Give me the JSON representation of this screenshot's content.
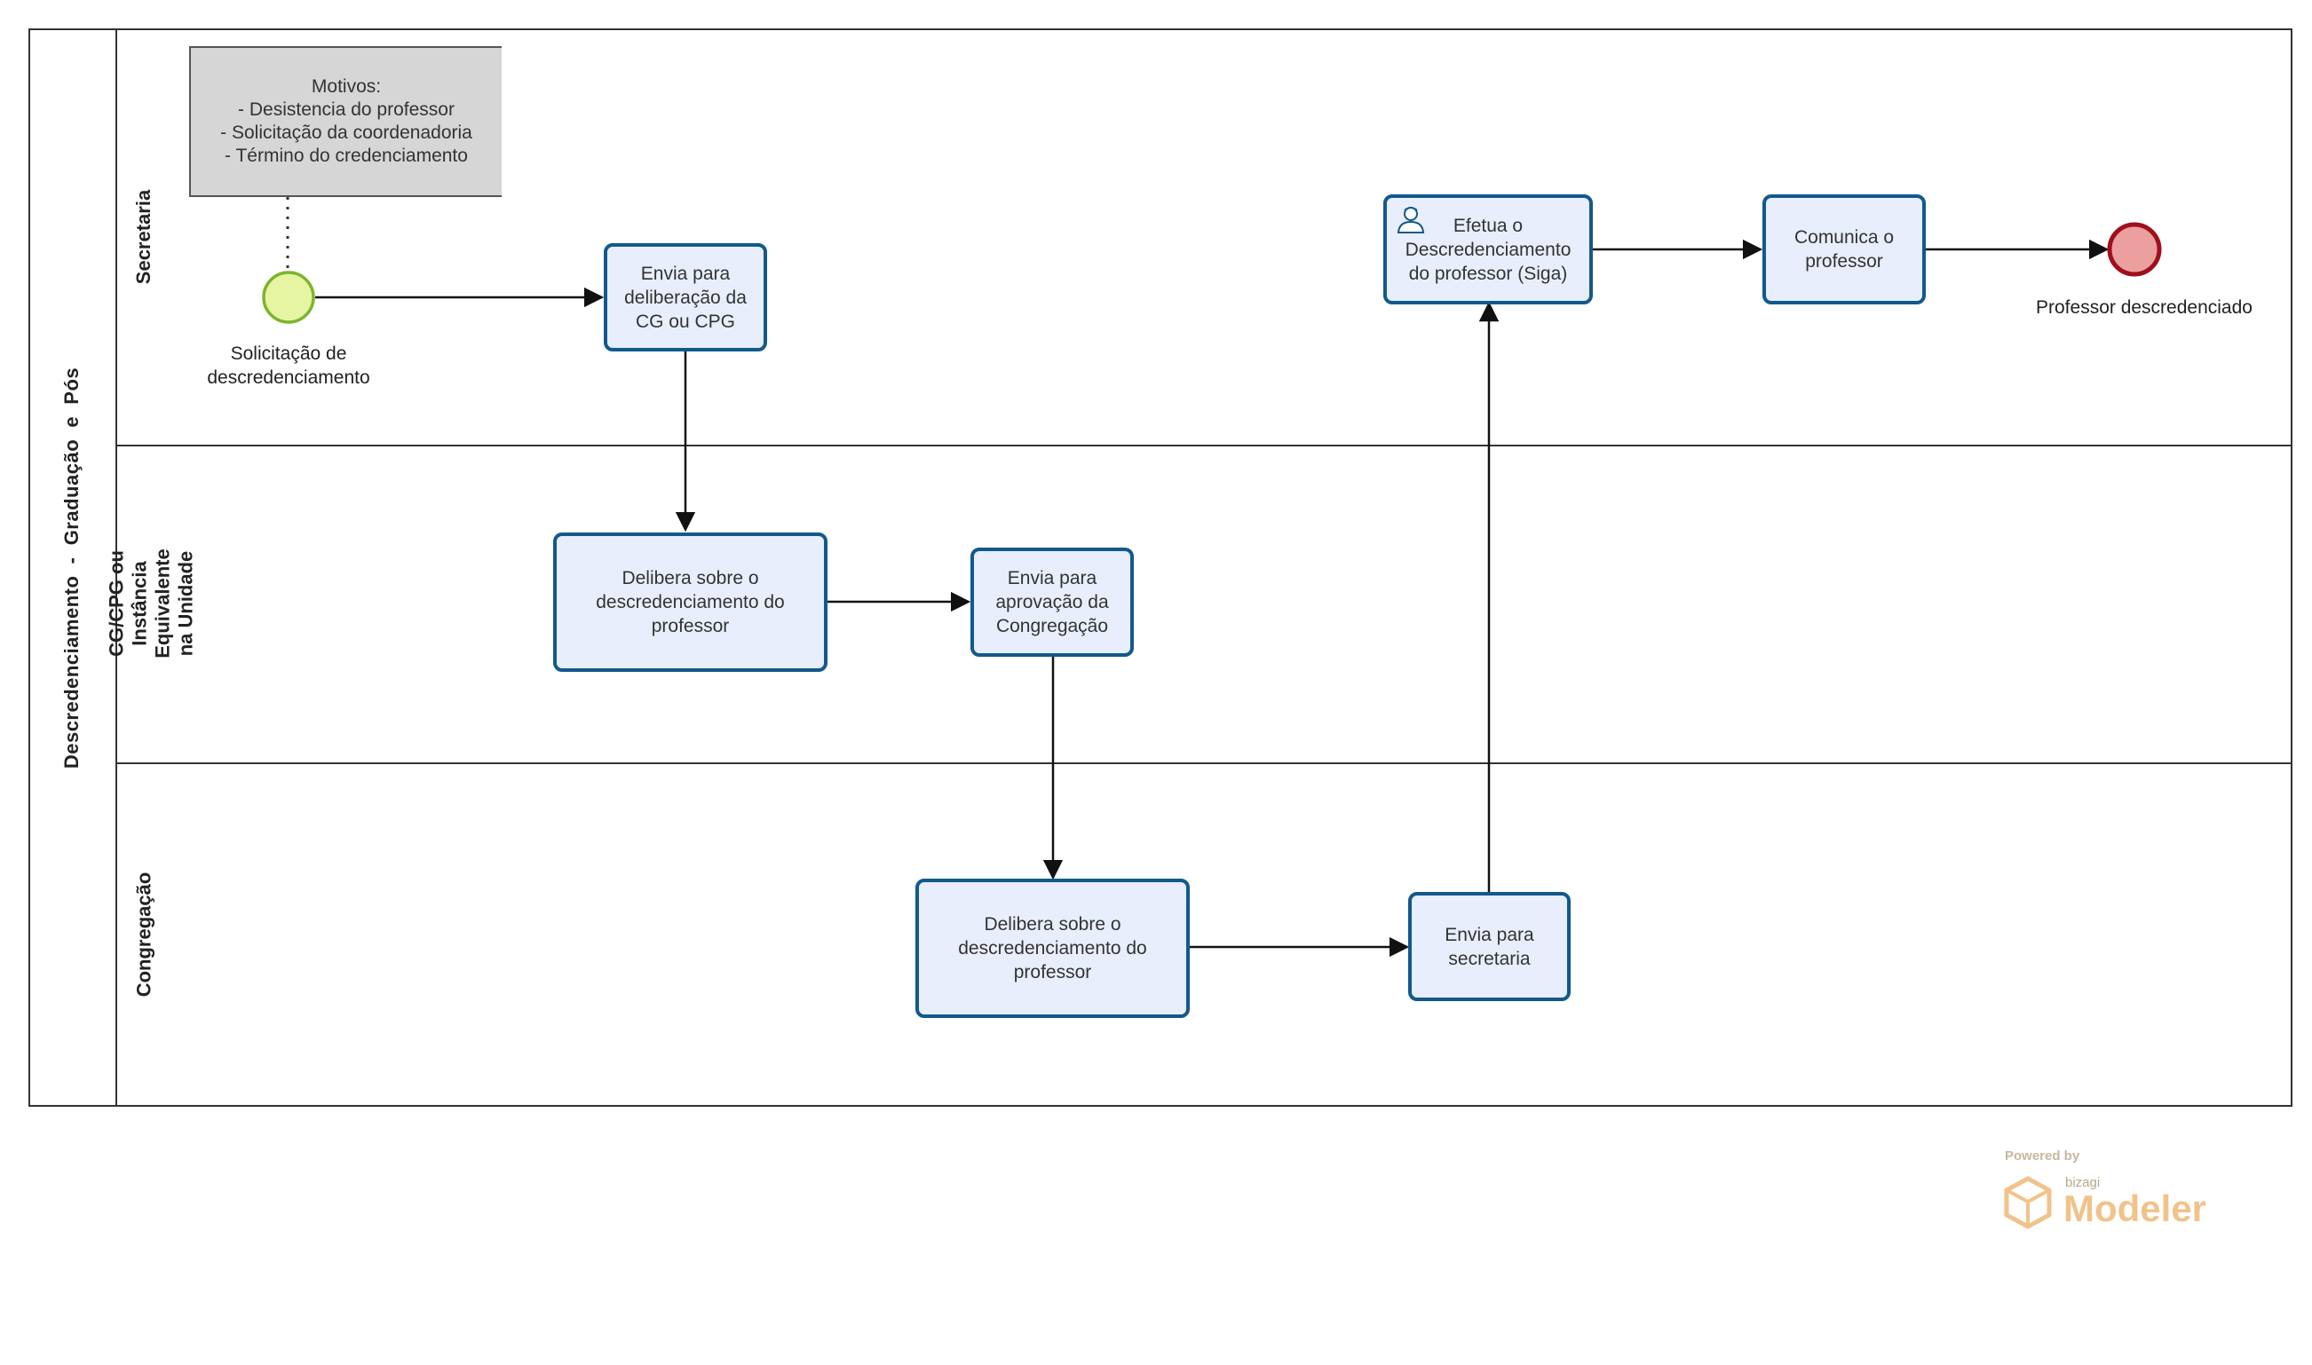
{
  "pool": {
    "title": "Descredenciamento  -  Graduação  e  Pós"
  },
  "lanes": [
    {
      "label": "Secretaria"
    },
    {
      "label": "CG/CPG ou Instância Equivalente\nna Unidade"
    },
    {
      "label": "Congregação"
    }
  ],
  "annotation": {
    "text": "Motivos:\n- Desistencia do professor\n- Solicitação da coordenadoria\n- Término do credenciamento"
  },
  "events": {
    "start": {
      "label": "Solicitação de\ndescredenciamento",
      "fill": "#e6f5a1",
      "stroke": "#7bb52d"
    },
    "end": {
      "label": "Professor descredenciado",
      "fill": "#eb9f9f",
      "stroke": "#a00f1c"
    }
  },
  "tasks": {
    "envia_deliberacao": {
      "label": "Envia para\ndeliberação da\nCG ou CPG"
    },
    "delibera_cg": {
      "label": "Delibera sobre o\ndescredenciamento do\nprofessor"
    },
    "envia_congregacao": {
      "label": "Envia para\naprovação da\nCongregação"
    },
    "delibera_congregacao": {
      "label": "Delibera sobre o\ndescredenciamento do\nprofessor"
    },
    "envia_secretaria": {
      "label": "Envia para\nsecretaria"
    },
    "efetua": {
      "label": "Efetua o\nDescredenciamento\ndo professor (Siga)",
      "icon": "user-icon"
    },
    "comunica": {
      "label": "Comunica o\nprofessor"
    }
  },
  "colors": {
    "task_fill": "#e8eefc",
    "task_stroke": "#12598c",
    "annotation_fill": "#d6d6d6",
    "flow": "#111111"
  },
  "watermark": {
    "powered_by": "Powered by",
    "brand": "bizagi",
    "product": "Modeler"
  }
}
